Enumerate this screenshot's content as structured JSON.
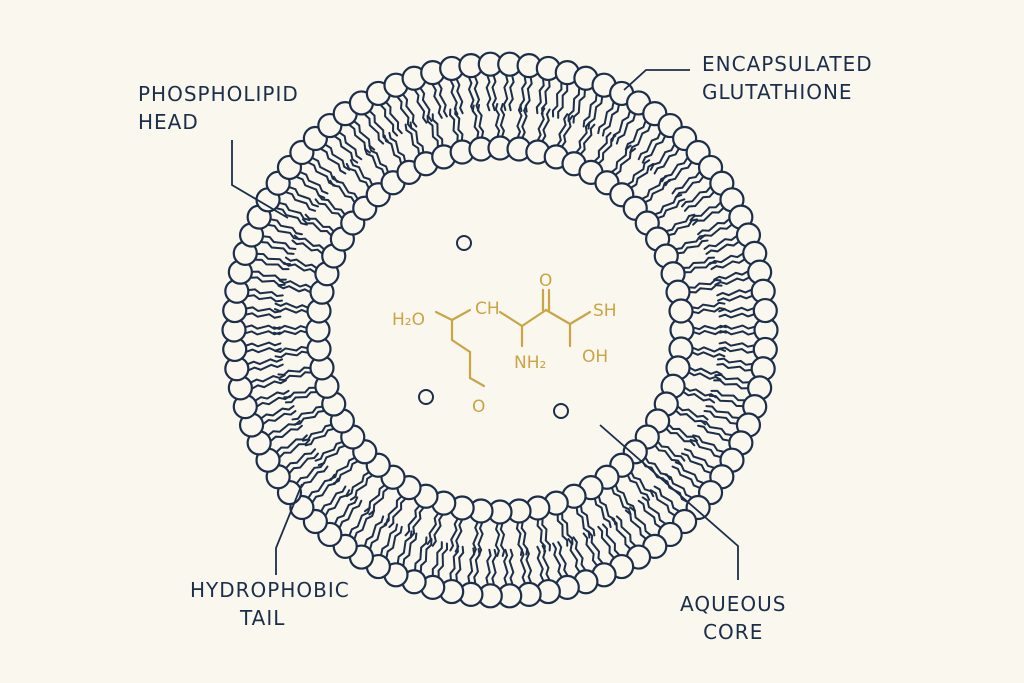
{
  "colors": {
    "background": "#faf7ee",
    "membrane": "#1c2e4a",
    "molecule": "#c9a544"
  },
  "labels": {
    "phospholipid_head": {
      "line1": "PHOSPHOLIPID",
      "line2": "HEAD"
    },
    "encapsulated_glutathione": {
      "line1": "ENCAPSULATED",
      "line2": "GLUTATHIONE"
    },
    "hydrophobic_tail": {
      "line1": "HYDROPHOBIC",
      "line2": "TAIL"
    },
    "aqueous_core": {
      "line1": "AQUEOUS",
      "line2": "CORE"
    }
  },
  "molecule": {
    "h2o": "H₂O",
    "ch": "CH",
    "o_top": "O",
    "sh": "SH",
    "nh2": "NH₂",
    "oh": "OH",
    "o_bottom": "O"
  }
}
